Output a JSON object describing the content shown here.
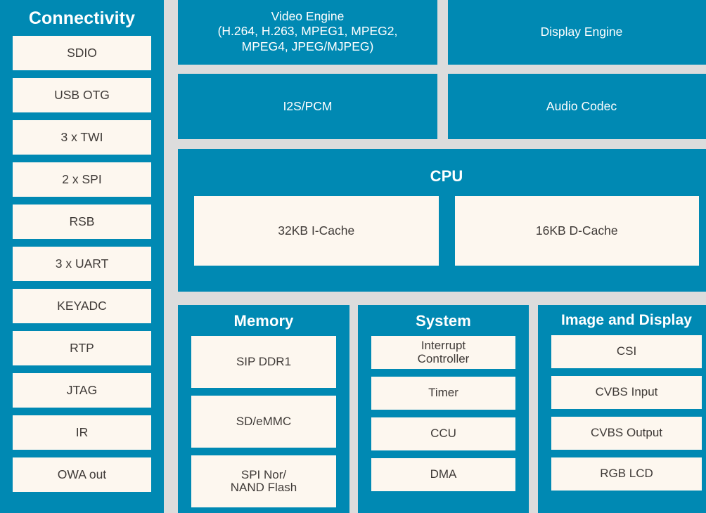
{
  "colors": {
    "accent": "#0089b3",
    "box_fill": "#fdf7ef",
    "background": "#dcdcdc",
    "title_text": "#ffffff",
    "box_text": "#3f3a37"
  },
  "diagram": {
    "type": "block-diagram",
    "connectivity": {
      "title": "Connectivity",
      "items": [
        {
          "label": "SDIO"
        },
        {
          "label": "USB OTG"
        },
        {
          "label": "3 x TWI"
        },
        {
          "label": "2 x SPI"
        },
        {
          "label": "RSB"
        },
        {
          "label": "3 x UART"
        },
        {
          "label": "KEYADC"
        },
        {
          "label": "RTP"
        },
        {
          "label": "JTAG"
        },
        {
          "label": "IR"
        },
        {
          "label": "OWA out"
        }
      ]
    },
    "media": {
      "video_engine": {
        "line1": "Video Engine",
        "line2": "(H.264, H.263, MPEG1, MPEG2,",
        "line3": "MPEG4, JPEG/MJPEG)"
      },
      "display_engine": {
        "label": "Display Engine"
      },
      "i2s_pcm": {
        "label": "I2S/PCM"
      },
      "audio_codec": {
        "label": "Audio Codec"
      }
    },
    "cpu": {
      "title": "CPU",
      "caches": [
        {
          "label": "32KB I-Cache"
        },
        {
          "label": "16KB D-Cache"
        }
      ]
    },
    "memory": {
      "title": "Memory",
      "items": [
        {
          "label": "SIP DDR1"
        },
        {
          "label": "SD/eMMC"
        },
        {
          "label": "SPI Nor/\nNAND Flash"
        }
      ]
    },
    "system": {
      "title": "System",
      "items": [
        {
          "label": "Interrupt\nController"
        },
        {
          "label": "Timer"
        },
        {
          "label": "CCU"
        },
        {
          "label": "DMA"
        }
      ]
    },
    "image_display": {
      "title": "Image and Display",
      "items": [
        {
          "label": "CSI"
        },
        {
          "label": "CVBS Input"
        },
        {
          "label": "CVBS Output"
        },
        {
          "label": "RGB LCD"
        }
      ]
    }
  }
}
